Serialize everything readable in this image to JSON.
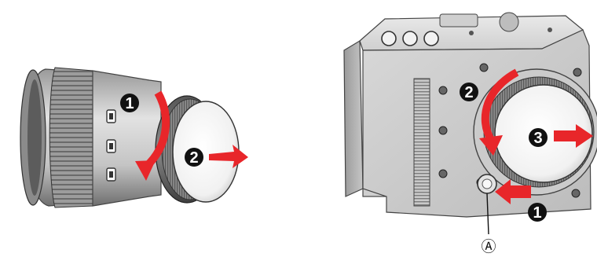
{
  "figure": {
    "lens_steps": [
      {
        "id": "lens-step-1",
        "label": "1",
        "action": "rotate"
      },
      {
        "id": "lens-step-2",
        "label": "2",
        "action": "remove-cap"
      }
    ],
    "body_steps": [
      {
        "id": "body-step-1",
        "label": "1",
        "action": "press-button"
      },
      {
        "id": "body-step-2",
        "label": "2",
        "action": "rotate"
      },
      {
        "id": "body-step-3",
        "label": "3",
        "action": "remove-cap"
      }
    ],
    "callout_a": "Ⓐ",
    "colors": {
      "arrow": "#e8262a",
      "badge": "#111111",
      "line_art": "#3a3a3a",
      "body_light": "#d9d9d9",
      "body_mid": "#b5b5b5",
      "body_dark": "#7a7a7a"
    },
    "icons": [
      "rotation-arrow-icon",
      "pull-arrow-icon",
      "push-arrow-icon"
    ]
  }
}
